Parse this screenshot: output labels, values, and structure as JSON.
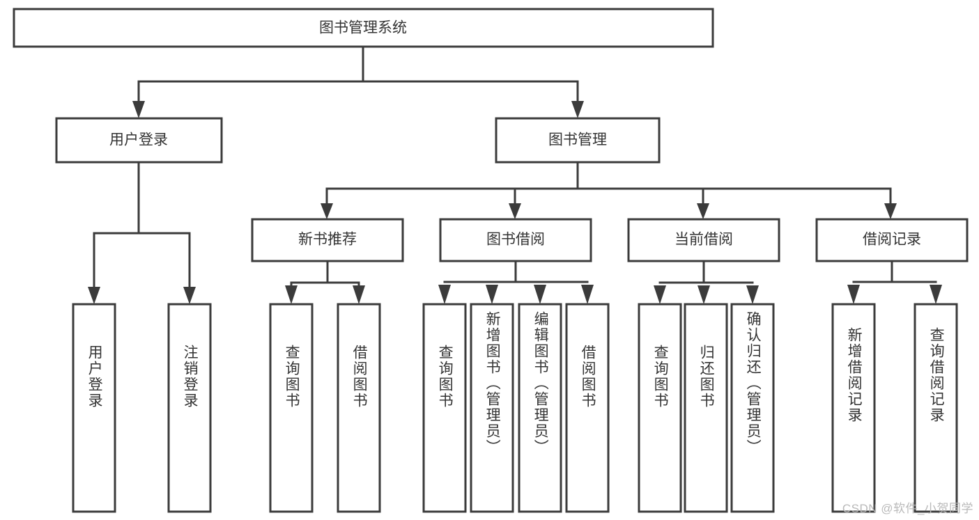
{
  "diagram": {
    "type": "tree-hierarchy",
    "title": "图书管理系统",
    "watermark": "CSDN @软件_小贺同学",
    "colors": {
      "stroke": "#3b3b3b",
      "fill": "#ffffff",
      "text": "#333333",
      "background": "#ffffff",
      "watermark": "#b9b9b9"
    },
    "root": {
      "label": "图书管理系统"
    },
    "level1": [
      {
        "label": "用户登录"
      },
      {
        "label": "图书管理"
      }
    ],
    "level2": [
      {
        "label": "新书推荐"
      },
      {
        "label": "图书借阅"
      },
      {
        "label": "当前借阅"
      },
      {
        "label": "借阅记录"
      }
    ],
    "leaves": {
      "user_login": [
        {
          "label": "用户登录"
        },
        {
          "label": "注销登录"
        }
      ],
      "new_book_recommend": [
        {
          "label": "查询图书"
        },
        {
          "label": "借阅图书"
        }
      ],
      "book_borrow": [
        {
          "label": "查询图书"
        },
        {
          "label": "新增图书（管理员）"
        },
        {
          "label": "编辑图书（管理员）"
        },
        {
          "label": "借阅图书"
        }
      ],
      "current_borrow": [
        {
          "label": "查询图书"
        },
        {
          "label": "归还图书"
        },
        {
          "label": "确认归还（管理员）"
        }
      ],
      "borrow_record": [
        {
          "label": "新增借阅记录"
        },
        {
          "label": "查询借阅记录"
        }
      ]
    }
  }
}
